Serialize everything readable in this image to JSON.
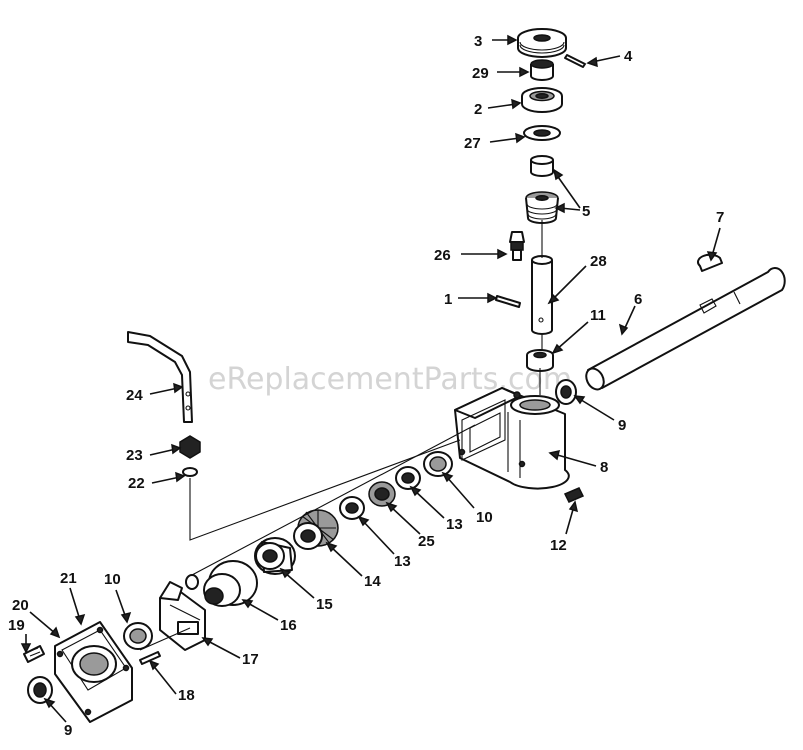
{
  "watermark": "eReplacementParts.com",
  "callouts": [
    {
      "id": "c3",
      "text": "3"
    },
    {
      "id": "c4",
      "text": "4"
    },
    {
      "id": "c29",
      "text": "29"
    },
    {
      "id": "c2",
      "text": "2"
    },
    {
      "id": "c27",
      "text": "27"
    },
    {
      "id": "c5",
      "text": "5"
    },
    {
      "id": "c7",
      "text": "7"
    },
    {
      "id": "c26",
      "text": "26"
    },
    {
      "id": "c28",
      "text": "28"
    },
    {
      "id": "c1",
      "text": "1"
    },
    {
      "id": "c6",
      "text": "6"
    },
    {
      "id": "c11",
      "text": "11"
    },
    {
      "id": "c24",
      "text": "24"
    },
    {
      "id": "c9a",
      "text": "9"
    },
    {
      "id": "c8",
      "text": "8"
    },
    {
      "id": "c23",
      "text": "23"
    },
    {
      "id": "c22",
      "text": "22"
    },
    {
      "id": "c10a",
      "text": "10"
    },
    {
      "id": "c13a",
      "text": "13"
    },
    {
      "id": "c12",
      "text": "12"
    },
    {
      "id": "c25",
      "text": "25"
    },
    {
      "id": "c13b",
      "text": "13"
    },
    {
      "id": "c14",
      "text": "14"
    },
    {
      "id": "c15",
      "text": "15"
    },
    {
      "id": "c21",
      "text": "21"
    },
    {
      "id": "c10b",
      "text": "10"
    },
    {
      "id": "c16",
      "text": "16"
    },
    {
      "id": "c20",
      "text": "20"
    },
    {
      "id": "c19",
      "text": "19"
    },
    {
      "id": "c17",
      "text": "17"
    },
    {
      "id": "c18",
      "text": "18"
    },
    {
      "id": "c9b",
      "text": "9"
    }
  ]
}
